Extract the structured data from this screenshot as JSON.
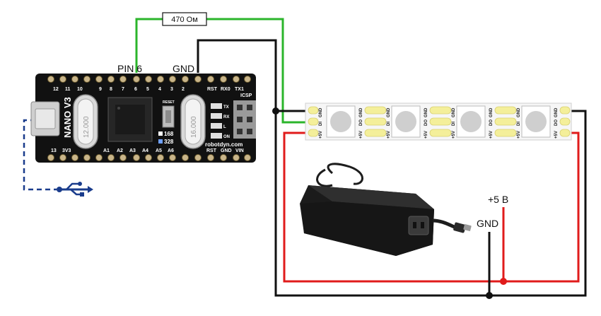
{
  "labels": {
    "resistor": "470 Ом",
    "pin6": "PIN 6",
    "gnd_top": "GND",
    "plus5v": "+5 В",
    "gnd_bottom": "GND"
  },
  "board": {
    "name": "NANO V3",
    "brand": "robotdyn.com",
    "top_pins": [
      "12",
      "11",
      "10",
      "9",
      "8",
      "7",
      "6",
      "5",
      "4",
      "3",
      "2"
    ],
    "top_right_pins": [
      "RST",
      "RX0",
      "TX1"
    ],
    "bottom_pins": [
      "13",
      "3V3",
      "A1",
      "A2",
      "A3",
      "A4",
      "A5",
      "A6"
    ],
    "bottom_right_pins": [
      "RST",
      "GND",
      "VIN"
    ],
    "reset_label": "RESET",
    "icsp_label": "ICSP",
    "crystal_left": "12.000",
    "crystal_right": "16.000",
    "chip_168": "168",
    "chip_328": "328",
    "leds": [
      "TX",
      "RX",
      "L",
      "ON"
    ]
  },
  "strip": {
    "segment_left": [
      "GND",
      "DI",
      "+5V"
    ],
    "segment_right": [
      "GND",
      "DO",
      "+5V"
    ]
  },
  "colors": {
    "green_wire": "#2bb52b",
    "black_wire": "#111111",
    "red_wire": "#e01b1b",
    "usb_blue": "#1a3c8c",
    "board": "#111111",
    "pad_yellow": "#f4ef9a"
  },
  "icons": {
    "usb": "usb-icon"
  }
}
